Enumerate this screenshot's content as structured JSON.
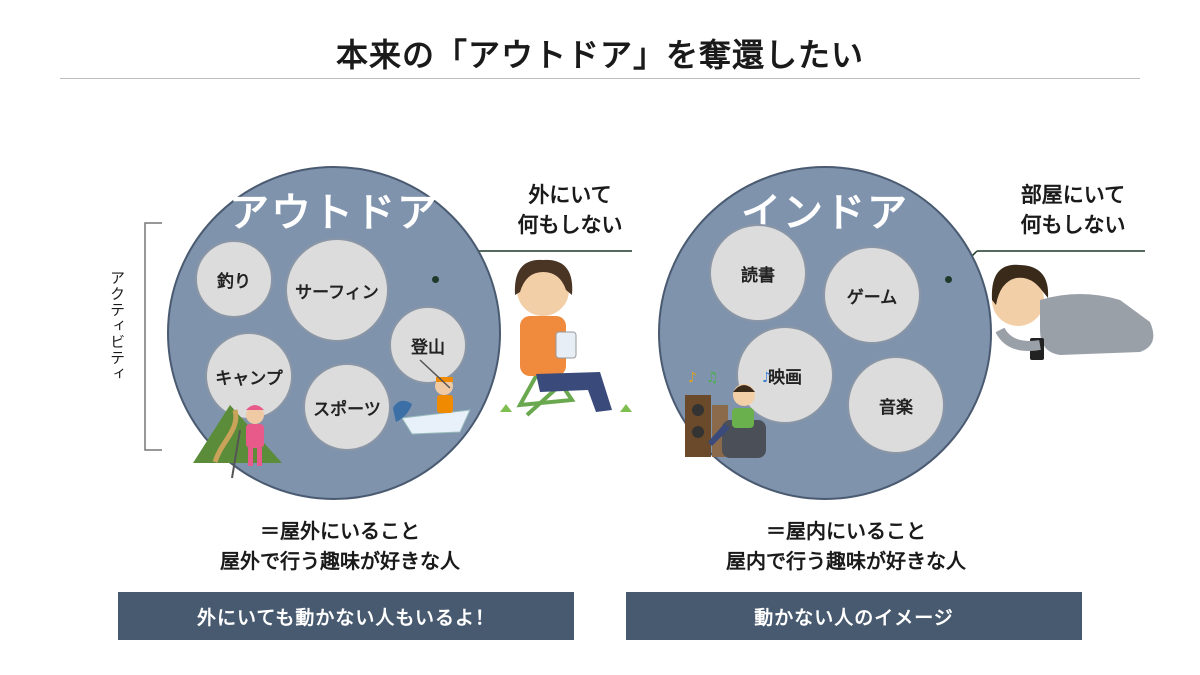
{
  "title": "本来の「アウトドア」を奪還したい",
  "left": {
    "circle_title": "アウトドア",
    "bubbles": [
      "釣り",
      "サーフィン",
      "登山",
      "キャンプ",
      "スポーツ"
    ],
    "side_line1": "外にいて",
    "side_line2": "何もしない",
    "caption_line1": "＝屋外にいること",
    "caption_line2": "屋外で行う趣味が好きな人",
    "banner": "外にいても動かない人もいるよ！"
  },
  "right": {
    "circle_title": "インドア",
    "bubbles": [
      "読書",
      "ゲーム",
      "映画",
      "音楽"
    ],
    "side_line1": "部屋にいて",
    "side_line2": "何もしない",
    "caption_line1": "＝屋内にいること",
    "caption_line2": "屋内で行う趣味が好きな人",
    "banner": "動かない人のイメージ"
  },
  "axis_label": "アクティビティ",
  "colors": {
    "circle_fill": "#7f93ad",
    "bubble_fill": "#dcdcdc",
    "banner_fill": "#485a70",
    "connector": "#1f3a2b"
  },
  "icons": [
    "person-sitting-chair-icon",
    "hiker-icon",
    "fisherman-boat-icon",
    "person-lying-phone-icon",
    "person-sofa-music-icon"
  ]
}
